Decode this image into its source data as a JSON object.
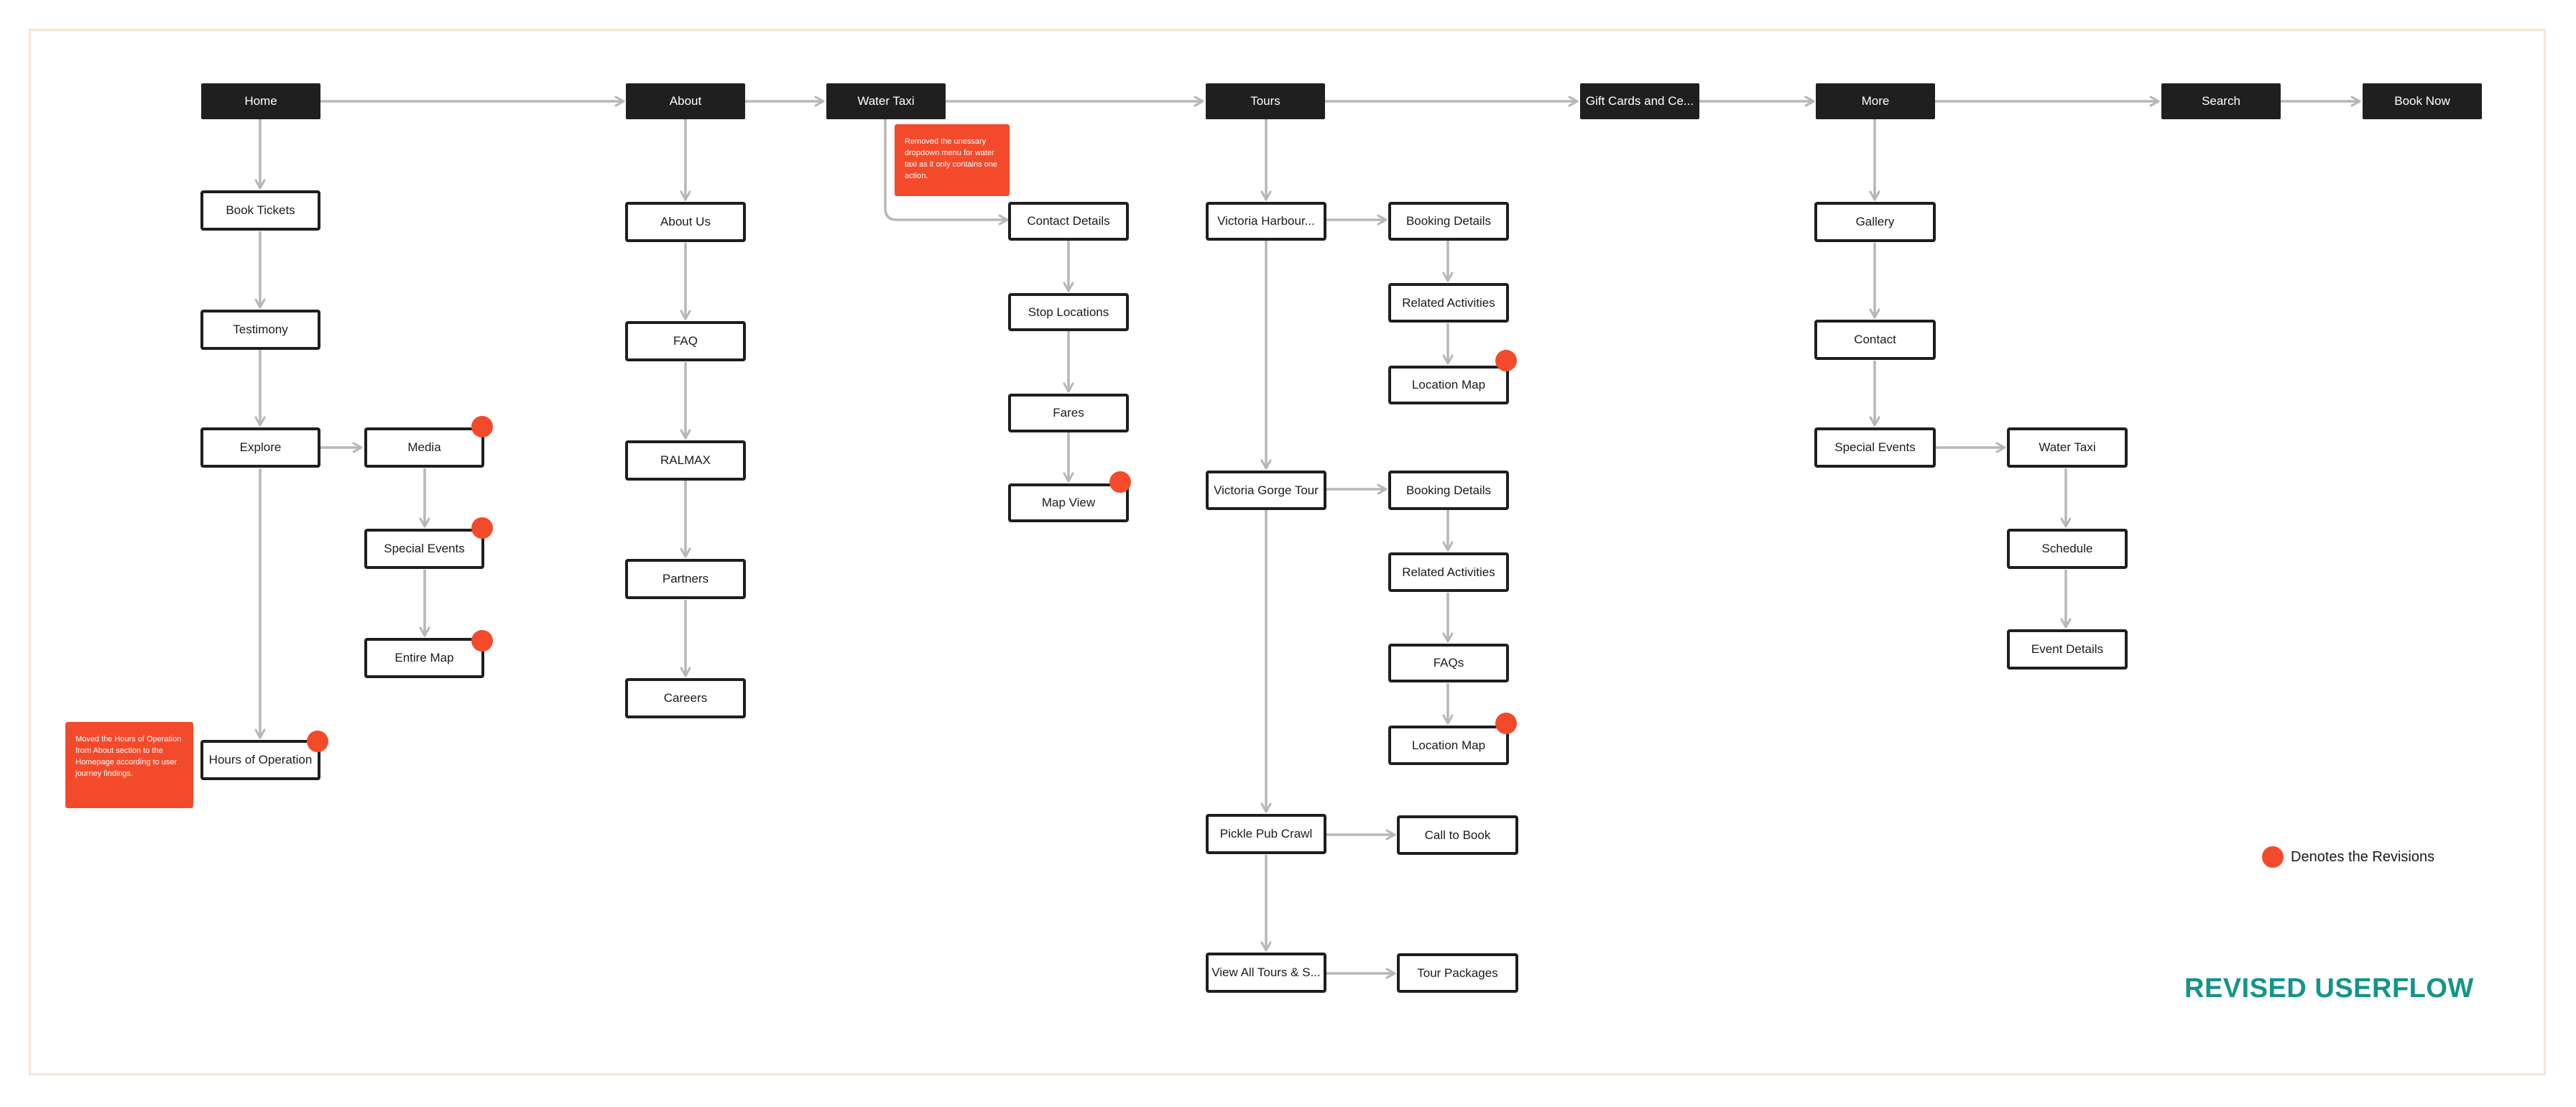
{
  "colors": {
    "revision": "#f34a2b",
    "arrow": "#b7b7b7",
    "top_node_fill": "#1f1f1f",
    "title": "#14948a",
    "frame": "#f6e7cf"
  },
  "nav": {
    "home": "Home",
    "about": "About",
    "water_taxi": "Water Taxi",
    "tours": "Tours",
    "gift_cards": "Gift Cards and Ce...",
    "more": "More",
    "search": "Search",
    "book_now": "Book Now"
  },
  "home_branch": {
    "book_tickets": "Book Tickets",
    "testimony": "Testimony",
    "explore": "Explore",
    "hours_of_operation": "Hours of Operation",
    "media": "Media",
    "special_events": "Special Events",
    "entire_map": "Entire Map"
  },
  "about_branch": {
    "about_us": "About Us",
    "faq": "FAQ",
    "ralmax": "RALMAX",
    "partners": "Partners",
    "careers": "Careers"
  },
  "water_taxi_branch": {
    "contact_details": "Contact Details",
    "stop_locations": "Stop Locations",
    "fares": "Fares",
    "map_view": "Map View"
  },
  "tours_branch": {
    "victoria_harbour": "Victoria Harbour...",
    "victoria_gorge": "Victoria Gorge Tour",
    "pickle_pub_crawl": "Pickle Pub Crawl",
    "view_all_tours": "View All Tours & S...",
    "booking_details_1": "Booking Details",
    "related_activities_1": "Related Activities",
    "location_map_1": "Location Map",
    "booking_details_2": "Booking Details",
    "related_activities_2": "Related Activities",
    "faqs": "FAQs",
    "location_map_2": "Location Map",
    "call_to_book": "Call to Book",
    "tour_packages": "Tour Packages"
  },
  "more_branch": {
    "gallery": "Gallery",
    "contact": "Contact",
    "special_events": "Special Events",
    "water_taxi": "Water Taxi",
    "schedule": "Schedule",
    "event_details": "Event Details"
  },
  "notes": {
    "water_taxi_note": "Removed the unessary dropdown menu for water taxi as it only contains one action.",
    "hours_note": "Moved the Hours of Operation from About section to the Homepage according to user journey findings."
  },
  "legend": {
    "label": "Denotes the Revisions"
  },
  "title": "REVISED USERFLOW"
}
